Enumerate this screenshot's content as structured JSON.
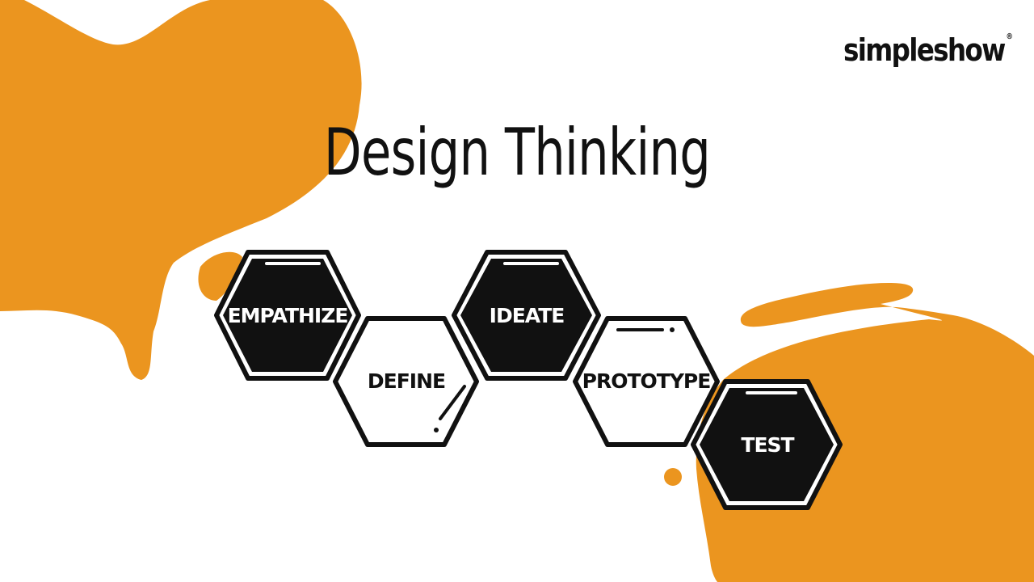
{
  "logo": {
    "text": "simpleshow",
    "mark": "®"
  },
  "title": "Design Thinking",
  "steps": [
    {
      "label": "EMPATHIZE",
      "style": "filled"
    },
    {
      "label": "DEFINE",
      "style": "outline"
    },
    {
      "label": "IDEATE",
      "style": "filled"
    },
    {
      "label": "PROTOTYPE",
      "style": "outline"
    },
    {
      "label": "TEST",
      "style": "filled"
    }
  ],
  "colors": {
    "accent": "#EB951F",
    "ink": "#111111",
    "background": "#FFFFFF"
  }
}
